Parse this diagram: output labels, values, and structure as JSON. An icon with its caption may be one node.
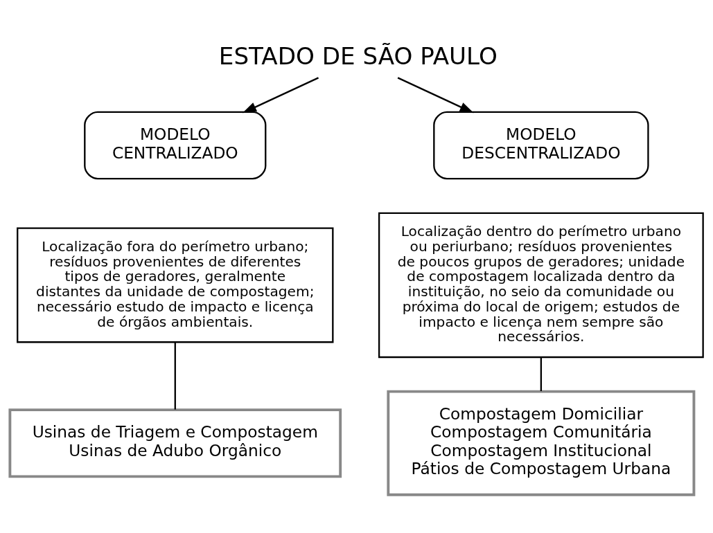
{
  "diagram": {
    "nodes": [
      {
        "text": [
          "ESTADO DE SÃO PAULO"
        ]
      },
      {
        "text": [
          "MODELO CENTRALIZADO"
        ]
      },
      {
        "text": [
          "MODELO DESCENTRALIZADO"
        ]
      },
      {
        "text": [
          "Localização fora do perímetro urbano; resíduos provenientes de diferentes tipos de geradores, geralmente distantes da unidade de compostagem; necessário estudo de impacto e licença de órgãos ambientais."
        ]
      },
      {
        "text": [
          "Localização dentro do perímetro urbano ou periurbano; resíduos provenientes de poucos grupos de geradores; unidade de compostagem localizada dentro da instituição, no seio da comunidade ou próxima do local de origem; estudos de impacto e licença nem sempre são necessários."
        ]
      },
      {
        "text": [
          "Usinas de Triagem e Compostagem",
          "Usinas de Adubo Orgânico"
        ]
      },
      {
        "text": [
          "Compostagem Domiciliar",
          "Compostagem Comunitária",
          "Compostagem Institucional",
          "Pátios de Compostagem Urbana"
        ]
      }
    ],
    "edges": [
      {
        "from": 0,
        "to": 1,
        "arrow": "to"
      },
      {
        "from": 0,
        "to": 2,
        "arrow": "to"
      },
      {
        "from": 3,
        "to": 5,
        "arrow": "none"
      },
      {
        "from": 4,
        "to": 6,
        "arrow": "none"
      }
    ]
  }
}
